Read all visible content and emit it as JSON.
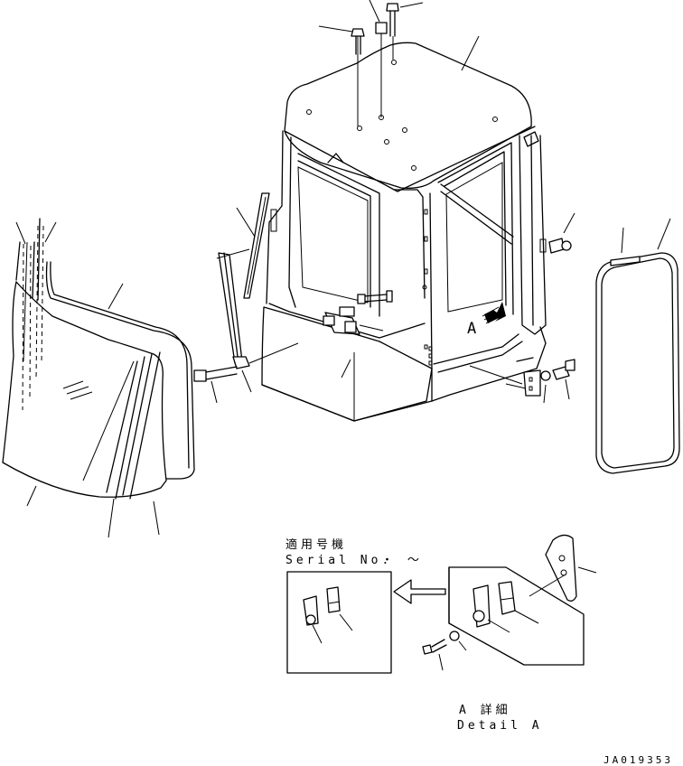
{
  "labels": {
    "serial_jp": "適用号機",
    "serial_en": "Serial No.",
    "serial_range": "・ ～",
    "detail_jp": "A 詳細",
    "detail_en": "Detail A",
    "view_arrow": "A",
    "drawing_no": "JA019353"
  }
}
